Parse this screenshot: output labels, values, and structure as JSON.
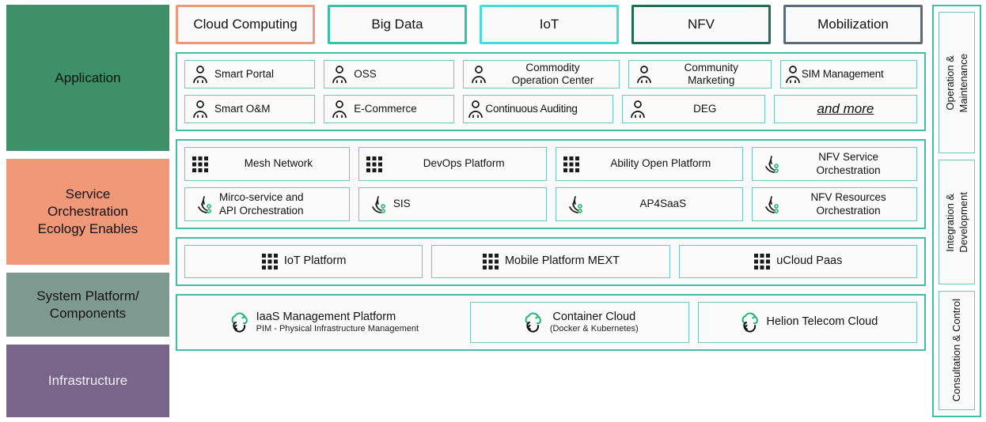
{
  "tabs": [
    {
      "label": "Cloud Computing",
      "border_color": "#F09878"
    },
    {
      "label": "Big Data",
      "border_color": "#3BBFA8"
    },
    {
      "label": "IoT",
      "border_color": "#4DD8DC"
    },
    {
      "label": "NFV",
      "border_color": "#1F6E56"
    },
    {
      "label": "Mobilization",
      "border_color": "#5A6B7A"
    }
  ],
  "layers": [
    {
      "name": "Application",
      "label": "Application",
      "color": "#3E9068"
    },
    {
      "name": "Service Orchestration Ecology Enables",
      "label": "Service\nOrchestration\nEcology Enables",
      "color": "#F09878"
    },
    {
      "name": "System Platform/Components",
      "label": "System Platform/\nComponents",
      "color": "#7E9A90"
    },
    {
      "name": "Infrastructure",
      "label": "Infrastructure",
      "color": "#77658A"
    }
  ],
  "application": {
    "row1": [
      {
        "label": "Smart Portal",
        "icon": "person-icon",
        "align": "left"
      },
      {
        "label": "OSS",
        "icon": "person-icon",
        "align": "left"
      },
      {
        "label": "Commodity\nOperation Center",
        "icon": "person-icon",
        "align": "center"
      },
      {
        "label": "Community\nMarketing",
        "icon": "person-icon",
        "align": "center"
      },
      {
        "label": "SIM Management",
        "icon": "person-icon",
        "align": "center"
      }
    ],
    "row2": [
      {
        "label": "Smart O&M",
        "icon": "person-icon",
        "align": "left"
      },
      {
        "label": "E-Commerce",
        "icon": "person-icon",
        "align": "left"
      },
      {
        "label": "Continuous Auditing",
        "icon": "person-icon",
        "align": "center"
      },
      {
        "label": "DEG",
        "icon": "person-icon",
        "align": "center"
      },
      {
        "label": "and more",
        "icon": "none",
        "align": "center",
        "style": "italic-underline"
      }
    ]
  },
  "service_orchestration": {
    "row1": [
      {
        "label": "Mesh Network",
        "icon": "grid-icon"
      },
      {
        "label": "DevOps Platform",
        "icon": "grid-icon"
      },
      {
        "label": "Ability Open Platform",
        "icon": "grid-icon"
      },
      {
        "label": "NFV Service\nOrchestration",
        "icon": "orchestration-icon"
      }
    ],
    "row2": [
      {
        "label": "Mirco-service and\nAPI Orchestration",
        "icon": "orchestration-icon"
      },
      {
        "label": "SIS",
        "icon": "orchestration-icon"
      },
      {
        "label": "AP4SaaS",
        "icon": "orchestration-icon"
      },
      {
        "label": "NFV Resources\nOrchestration",
        "icon": "orchestration-icon"
      }
    ]
  },
  "system_platform": {
    "row1": [
      {
        "label": "IoT Platform",
        "icon": "grid-icon"
      },
      {
        "label": "Mobile Platform MEXT",
        "icon": "grid-icon"
      },
      {
        "label": "uCloud Paas",
        "icon": "grid-icon"
      }
    ]
  },
  "infrastructure": {
    "row1": [
      {
        "label": "IaaS Management Platform",
        "sublabel": "PIM - Physical Infrastructure Management",
        "icon": "cloud-sync-icon",
        "bordered": false
      },
      {
        "label": "Container Cloud",
        "sublabel": "(Docker & Kubernetes)",
        "icon": "cloud-sync-icon",
        "bordered": true
      },
      {
        "label": "Helion Telecom Cloud",
        "sublabel": "",
        "icon": "cloud-sync-icon",
        "bordered": true
      }
    ]
  },
  "side_panels": [
    {
      "label": "Operation &\nMaintenance"
    },
    {
      "label": "Integration &\nDevelopment"
    },
    {
      "label": "Consultation & Control"
    }
  ],
  "colors": {
    "teal_border": "#41BFA6",
    "teal_light": "#6FC8BA",
    "icon_green": "#22B573",
    "panel_bg": "#fafafa"
  }
}
